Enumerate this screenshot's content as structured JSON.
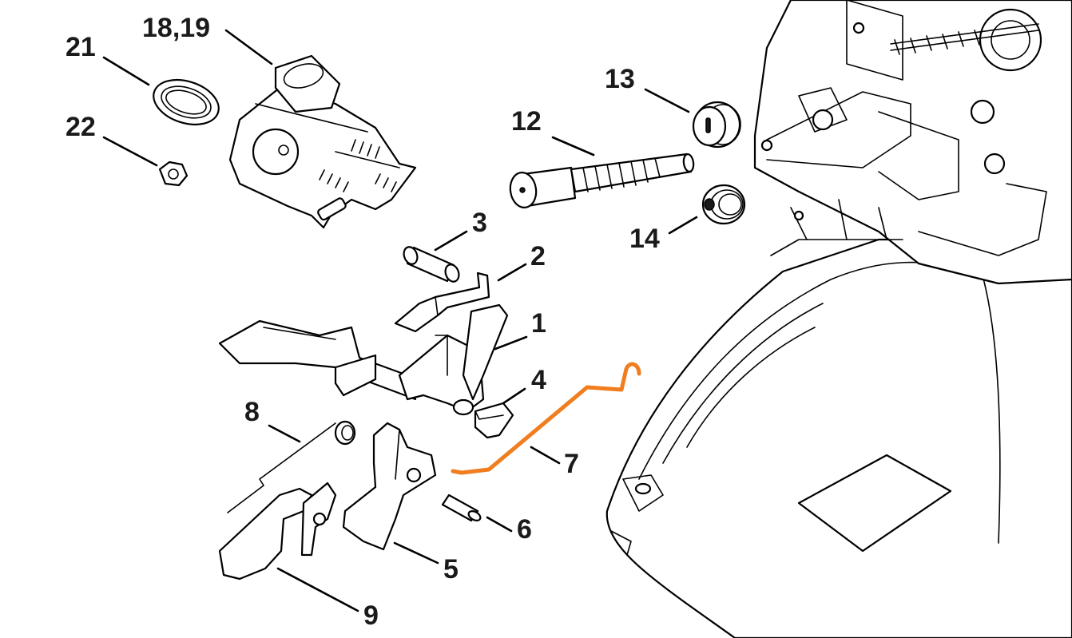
{
  "highlight_color": "#f07d1e",
  "text_color": "#1a1a1a",
  "callouts": [
    {
      "id": "c1",
      "text": "1",
      "highlighted": false
    },
    {
      "id": "c2",
      "text": "2",
      "highlighted": false
    },
    {
      "id": "c3",
      "text": "3",
      "highlighted": false
    },
    {
      "id": "c4",
      "text": "4",
      "highlighted": false
    },
    {
      "id": "c5",
      "text": "5",
      "highlighted": false
    },
    {
      "id": "c6",
      "text": "6",
      "highlighted": false
    },
    {
      "id": "c7",
      "text": "7",
      "highlighted": true
    },
    {
      "id": "c8",
      "text": "8",
      "highlighted": false
    },
    {
      "id": "c9",
      "text": "9",
      "highlighted": false
    },
    {
      "id": "c12",
      "text": "12",
      "highlighted": false
    },
    {
      "id": "c13",
      "text": "13",
      "highlighted": false
    },
    {
      "id": "c14",
      "text": "14",
      "highlighted": false
    },
    {
      "id": "c1819",
      "text": "18,19",
      "highlighted": false
    },
    {
      "id": "c21",
      "text": "21",
      "highlighted": false
    },
    {
      "id": "c22",
      "text": "22",
      "highlighted": false
    }
  ]
}
